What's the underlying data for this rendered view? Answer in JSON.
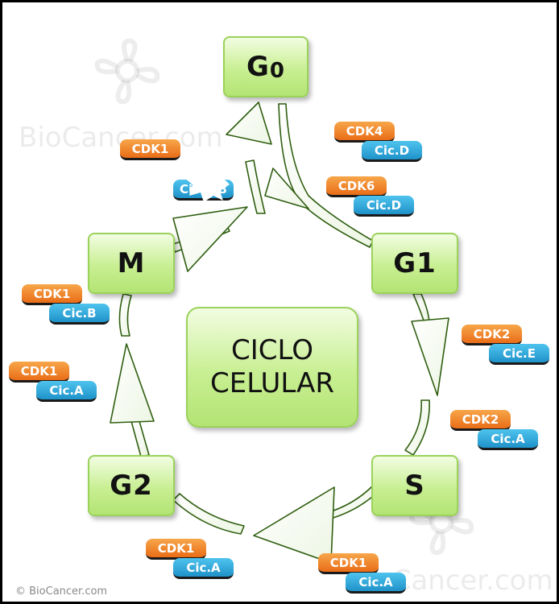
{
  "phases": {
    "g0": {
      "main": "G",
      "sub": "0"
    },
    "g1": "G1",
    "s": "S",
    "g2": "G2",
    "m": "M"
  },
  "center": {
    "line1": "CICLO",
    "line2": "CELULAR"
  },
  "complexes": {
    "g0_g1_a": {
      "cdk": "CDK4",
      "cyclin": "Cic.D"
    },
    "g0_g1_b": {
      "cdk": "CDK6",
      "cyclin": "Cic.D"
    },
    "g1_s_a": {
      "cdk": "CDK2",
      "cyclin": "Cic.E"
    },
    "g1_s_b": {
      "cdk": "CDK2",
      "cyclin": "Cic.A"
    },
    "s_g2": {
      "cdk": "CDK1",
      "cyclin": "Cic.A"
    },
    "g2_s": {
      "cdk": "CDK1",
      "cyclin": "Cic.A"
    },
    "g2_m": {
      "cdk": "CDK1",
      "cyclin": "Cic.A"
    },
    "m_left": {
      "cdk": "CDK1",
      "cyclin": "Cic.B"
    },
    "m_g0": {
      "cdk": "CDK1",
      "cyclin": "Ci      B"
    }
  },
  "watermark": "BioCancer.com",
  "credit": "© BioCancer.com",
  "colors": {
    "phase_fill": "#c8ef92",
    "phase_border": "#9bd25a",
    "cdk": "#e96d17",
    "cyclin": "#1f93c9",
    "arrow_stroke": "#2f5e10"
  }
}
